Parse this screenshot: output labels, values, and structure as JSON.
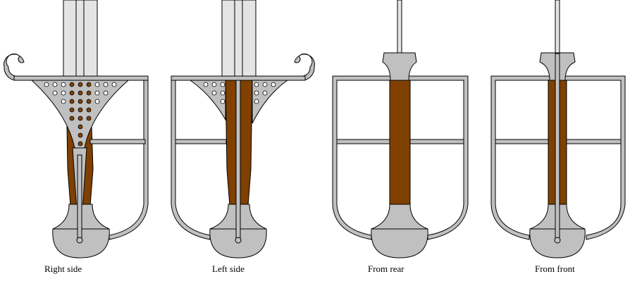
{
  "captions": {
    "right_side": "Right side",
    "left_side": "Left side",
    "from_rear": "From rear",
    "from_front": "From front"
  },
  "colors": {
    "metal": "#c0c0c0",
    "grip": "#804000",
    "blade": "#e4e4e4"
  }
}
